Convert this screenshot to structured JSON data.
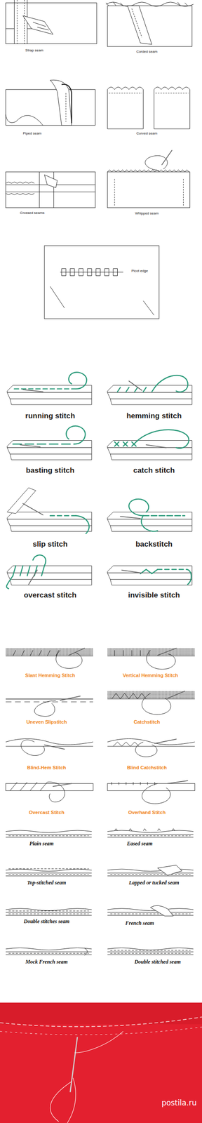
{
  "diagram": {
    "labels": [
      "Strap seam",
      "Corded seam",
      "Piped seam",
      "Curved seam",
      "Crossed seams",
      "Whipped seam",
      "Picot edge",
      "running stitch",
      "hemming stitch",
      "basting stitch",
      "catch stitch",
      "slip stitch",
      "backstitch",
      "overcast stitch",
      "invisible stitch",
      "Slant Hemming Stitch",
      "Vertical Hemming Stitch",
      "Uneven Slipstitch",
      "Catchstitch",
      "Blind-Hem Stitch",
      "Blind Catchstitch",
      "Overcast Stitch",
      "Overhand Stitch",
      "Plain seam",
      "Eased seam",
      "Top-stitched seam",
      "Lapped or tucked seam",
      "Double stitches seam",
      "French seam",
      "Mock French seam",
      "Double stitched seam",
      "postila.ru"
    ]
  }
}
